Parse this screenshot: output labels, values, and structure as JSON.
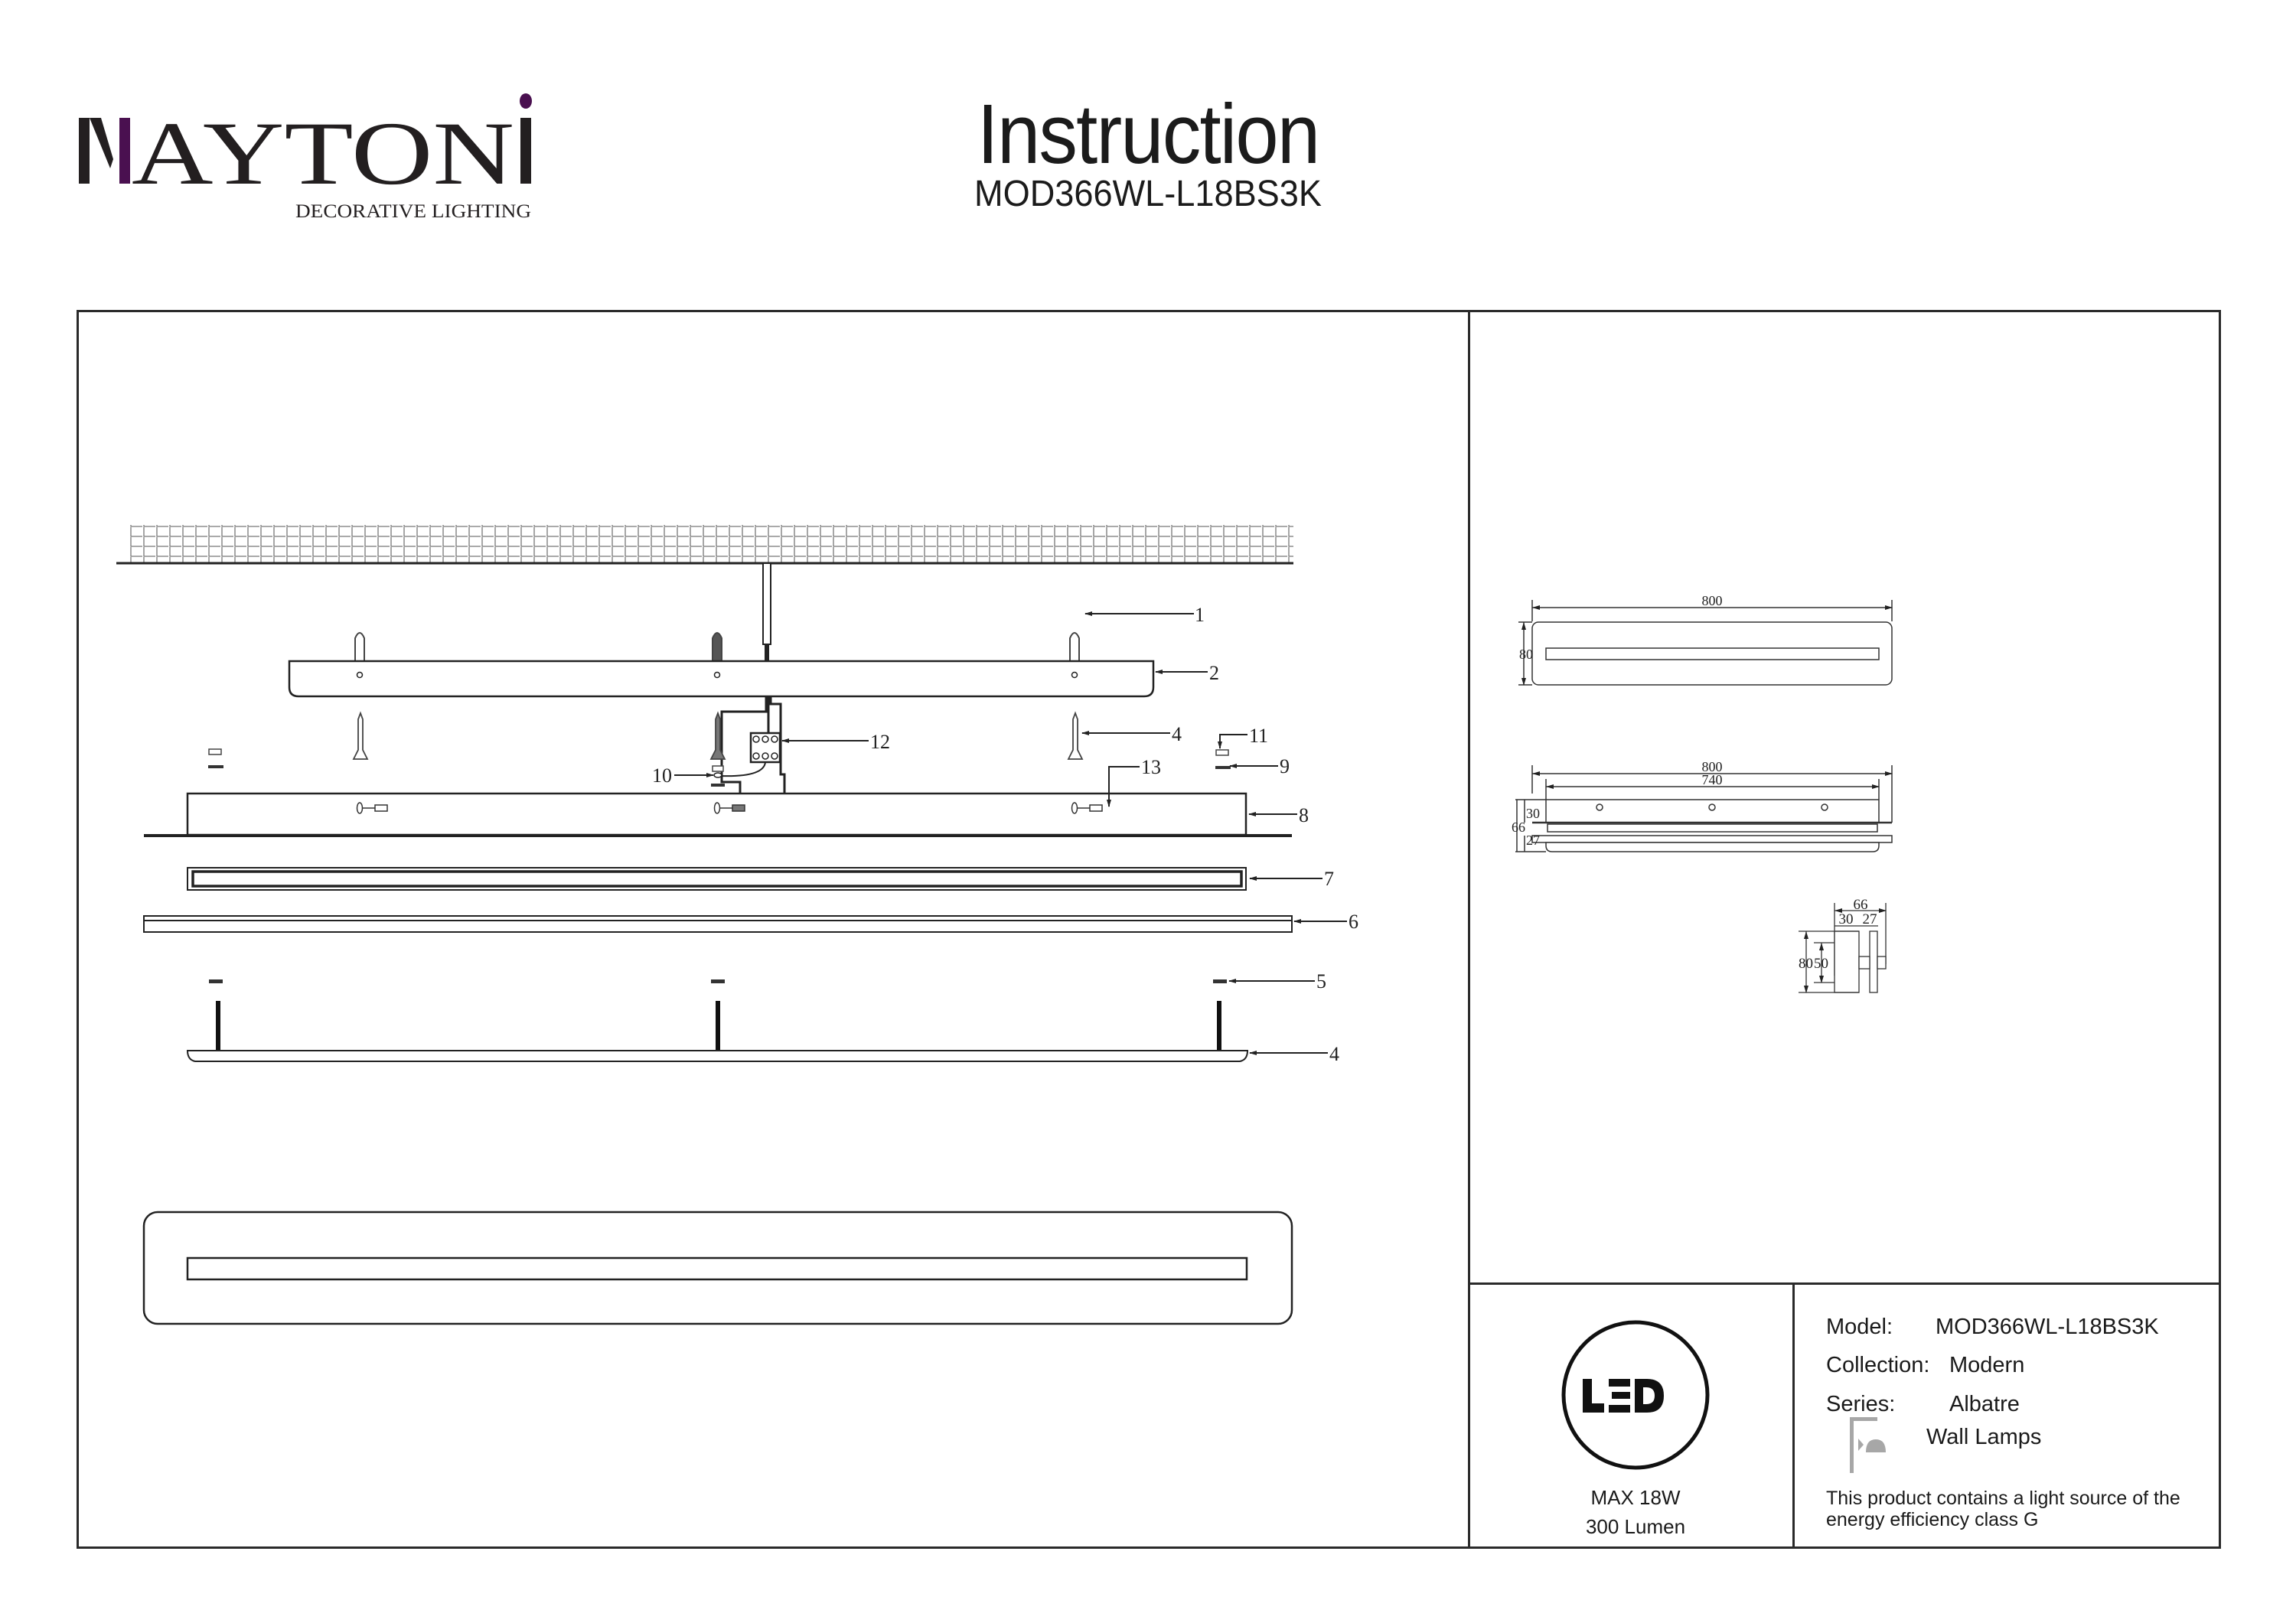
{
  "brand": {
    "name": "MAYTONI",
    "tagline": "DECORATIVE LIGHTING",
    "accent_color": "#4a1050"
  },
  "header": {
    "title": "Instruction",
    "model_code": "MOD366WL-L18BS3K"
  },
  "assembly_diagram": {
    "callouts": [
      "1",
      "2",
      "4",
      "11",
      "12",
      "10",
      "13",
      "9",
      "8",
      "7",
      "6",
      "5",
      "4"
    ]
  },
  "dimensions": {
    "front_view": {
      "width": "800",
      "height": "80"
    },
    "top_view": {
      "width": "800",
      "inner_width": "740",
      "depth_total": "66",
      "depth_back": "30",
      "depth_front": "27"
    },
    "side_view": {
      "depth_total": "66",
      "depth_back": "30",
      "depth_front": "27",
      "height_outer": "80",
      "height_inner": "50"
    }
  },
  "led_panel": {
    "badge": "LED",
    "power": "MAX 18W",
    "flux": "300 Lumen"
  },
  "spec": {
    "model_label": "Model:",
    "model_value": "MOD366WL-L18BS3K",
    "collection_label": "Collection:",
    "collection_value": "Modern",
    "series_label": "Series:",
    "series_value": "Albatre",
    "type_icon": "wall-lamp-icon",
    "type_value": "Wall Lamps",
    "energy_note_line1": "This product contains a light source of the",
    "energy_note_line2": "energy efficiency class G"
  }
}
